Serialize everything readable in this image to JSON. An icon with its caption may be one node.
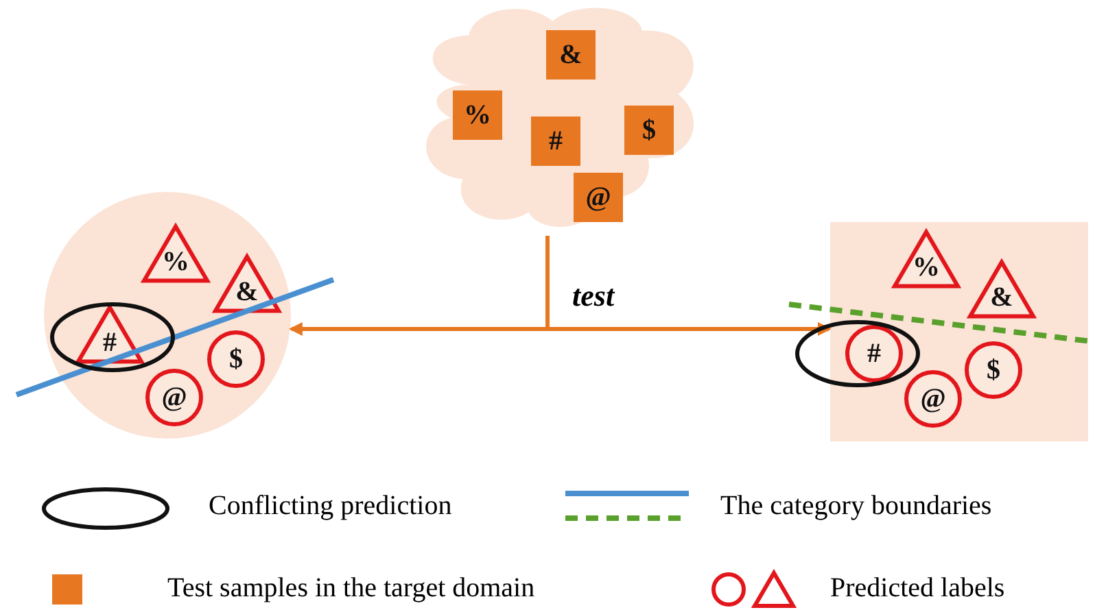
{
  "diagram": {
    "nodes": [
      {
        "text": [],
        "shape": "cloud"
      },
      {
        "text": [
          "&"
        ],
        "in": 0
      },
      {
        "text": [
          "%"
        ],
        "in": 0
      },
      {
        "text": [
          "$"
        ],
        "in": 0
      },
      {
        "text": [
          "#"
        ],
        "in": 0
      },
      {
        "text": [
          "@"
        ],
        "in": 0
      },
      {
        "text": [],
        "shape": "circle"
      },
      {
        "text": [
          "%"
        ],
        "in": 6
      },
      {
        "text": [
          "&"
        ],
        "in": 6
      },
      {
        "text": [
          "#"
        ],
        "in": 6
      },
      {
        "text": [
          "$"
        ],
        "in": 6
      },
      {
        "text": [
          "@"
        ],
        "in": 6
      },
      {
        "text": [],
        "shape": "box"
      },
      {
        "text": [
          "%"
        ],
        "in": 12
      },
      {
        "text": [
          "&"
        ],
        "in": 12
      },
      {
        "text": [
          "#"
        ],
        "in": 12
      },
      {
        "text": [
          "$"
        ],
        "in": 12
      },
      {
        "text": [
          "@"
        ],
        "in": 12
      }
    ],
    "edges": [
      {
        "from": 0,
        "to": 6,
        "arrow": "to",
        "label": "test"
      },
      {
        "from": 0,
        "to": 12,
        "arrow": "to"
      }
    ],
    "legend": [
      {
        "text": "Conflicting prediction"
      },
      {
        "text": "The category boundaries"
      },
      {
        "text": "Test samples in the target domain",
        "color": "#e87722"
      },
      {
        "text": "Predicted labels"
      }
    ]
  }
}
